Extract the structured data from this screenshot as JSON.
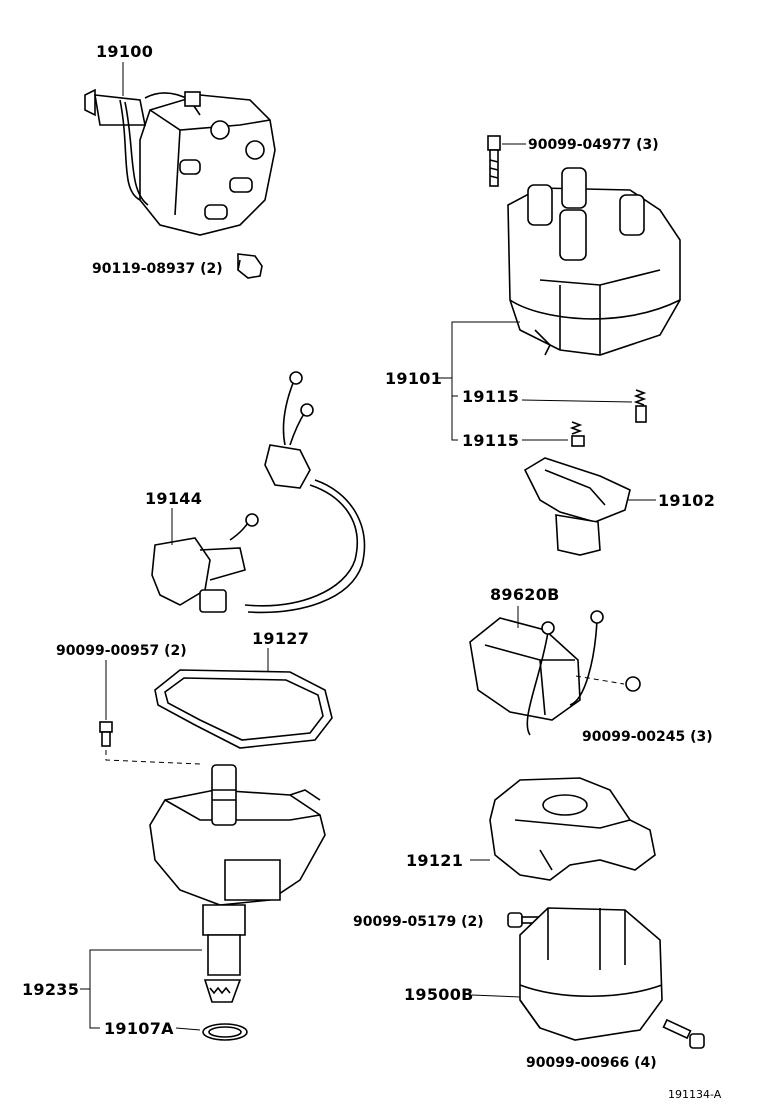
{
  "labels": {
    "p19100": "19100",
    "p90119": "90119-08937 (2)",
    "p90099_04977": "90099-04977 (3)",
    "p19101": "19101",
    "p19115a": "19115",
    "p19115b": "19115",
    "p19102": "19102",
    "p19144": "19144",
    "p89620": "89620B",
    "p90099_00957": "90099-00957 (2)",
    "p19127": "19127",
    "p90099_00245": "90099-00245 (3)",
    "p19121": "19121",
    "p90099_05179": "90099-05179 (2)",
    "p19500": "19500B",
    "p19235": "19235",
    "p19107": "19107A",
    "p90099_00966": "90099-00966 (4)",
    "figure_id": "191134-A"
  }
}
